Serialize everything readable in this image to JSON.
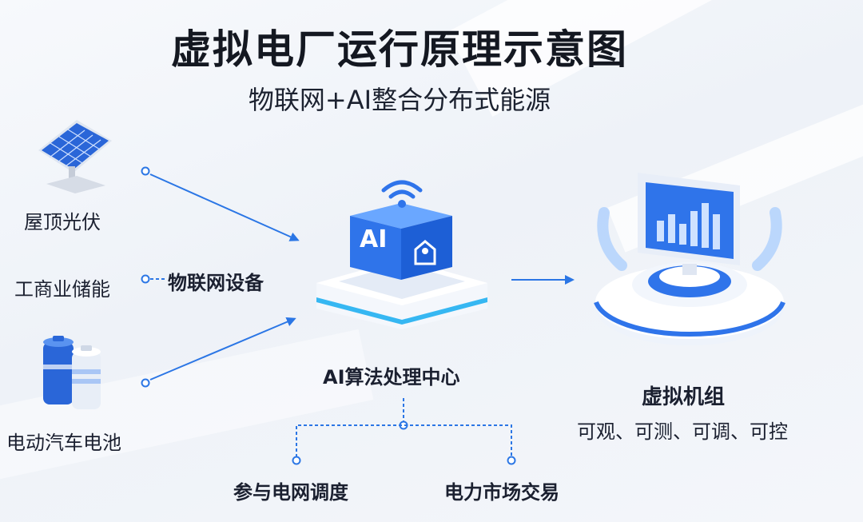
{
  "header": {
    "title": "虚拟电厂运行原理示意图",
    "subtitle": "物联网+AI整合分布式能源"
  },
  "sources": [
    {
      "label": "屋顶光伏",
      "icon": "solar-panel-icon"
    },
    {
      "label": "工商业储能",
      "icon": "none"
    },
    {
      "label": "电动汽车电池",
      "icon": "battery-icon"
    }
  ],
  "iot_label": "物联网设备",
  "ai_center": {
    "label": "AI算法处理中心",
    "cube_text": "AI",
    "icon": "wifi-icon"
  },
  "virtual_unit": {
    "label": "虚拟机组",
    "description": "可观、可测、可调、可控",
    "icon": "monitor-bar-chart-icon"
  },
  "outputs": [
    {
      "label": "参与电网调度"
    },
    {
      "label": "电力市场交易"
    }
  ],
  "colors": {
    "accent": "#1f6fe8",
    "accent_light": "#5aa2ff",
    "line": "#2b76e5"
  }
}
